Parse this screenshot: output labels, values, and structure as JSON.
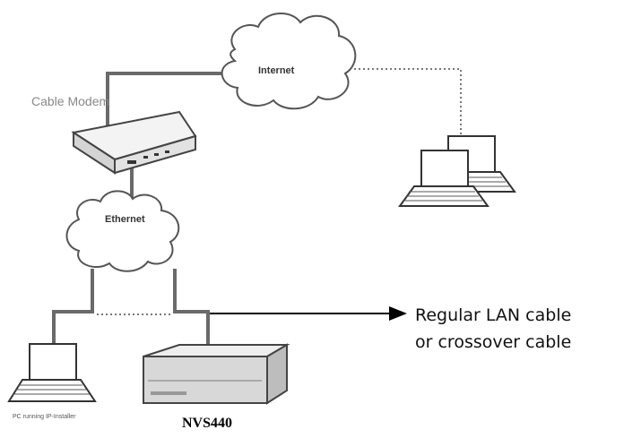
{
  "diagram": {
    "internet_label": "Internet",
    "cable_modem_label": "Cable Modem",
    "ethernet_label": "Ethernet",
    "pc_caption": "PC running IP-Installer",
    "device_label": "NVS440",
    "cable_note_line1": "Regular LAN cable",
    "cable_note_line2": "or crossover cable"
  },
  "colors": {
    "line": "#6a6a6a",
    "dotted_line": "#777777",
    "arrow": "#000000",
    "device_body": "#d8d8d8"
  },
  "icons": [
    "internet-cloud-icon",
    "ethernet-cloud-icon",
    "cable-modem-icon",
    "remote-laptop-icon",
    "local-laptop-icon",
    "nvs-server-icon"
  ]
}
